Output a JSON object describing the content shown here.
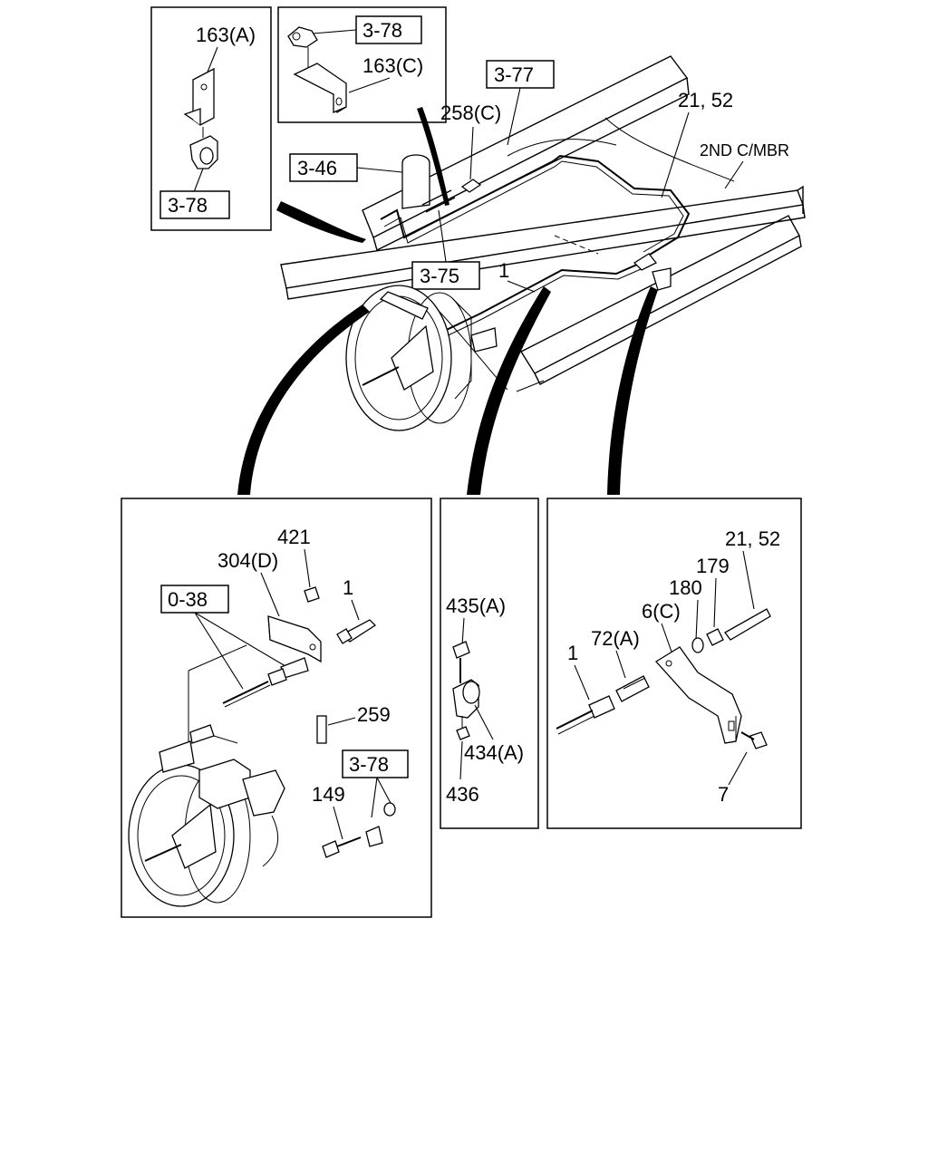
{
  "labels": {
    "top_left": {
      "163a": "163(A)",
      "378": "3-78"
    },
    "top_mid": {
      "378": "3-78",
      "163c": "163(C)"
    },
    "main": {
      "377": "3-77",
      "2152": "21, 52",
      "258c": "258(C)",
      "346": "3-46",
      "2nd": "2ND C/MBR",
      "375": "3-75",
      "p1": "1"
    },
    "box_left": {
      "421": "421",
      "304d": "304(D)",
      "p1": "1",
      "038": "0-38",
      "259": "259",
      "378": "3-78",
      "149": "149"
    },
    "box_mid": {
      "435a": "435(A)",
      "434a": "434(A)",
      "436": "436"
    },
    "box_right": {
      "2152": "21, 52",
      "179": "179",
      "180": "180",
      "6c": "6(C)",
      "72a": "72(A)",
      "p1": "1",
      "p7": "7"
    }
  }
}
